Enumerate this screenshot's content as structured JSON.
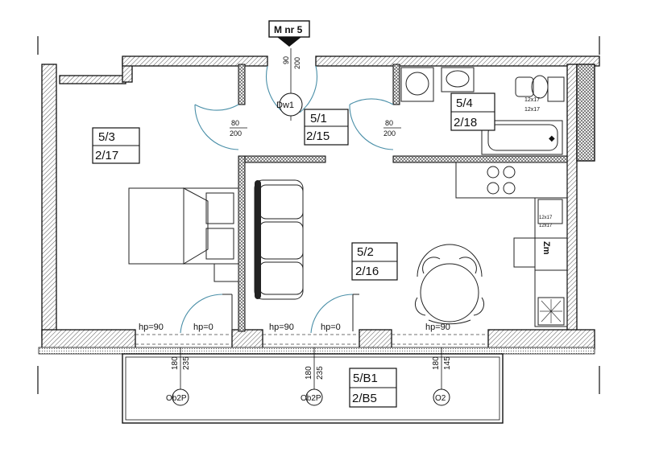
{
  "unit_marker": {
    "label": "M nr 5"
  },
  "rooms": [
    {
      "id": "5/1",
      "code": "2/15"
    },
    {
      "id": "5/2",
      "code": "2/16"
    },
    {
      "id": "5/3",
      "code": "2/17"
    },
    {
      "id": "5/4",
      "code": "2/18"
    },
    {
      "id": "5/B1",
      "code": "2/B5"
    }
  ],
  "doors": {
    "entrance": {
      "tag": "Dw1",
      "width": "90",
      "height": "200"
    },
    "bedroom": {
      "width": "80",
      "height": "200"
    },
    "bathroom": {
      "width": "80",
      "height": "200"
    }
  },
  "windows": {
    "sill_labels": [
      "hp=90",
      "hp=0",
      "hp=90",
      "hp=0",
      "hp=90"
    ],
    "dimensions": [
      {
        "height": "180",
        "width": "235",
        "tag": "Ob2P"
      },
      {
        "height": "180",
        "width": "235",
        "tag": "Ob2P"
      },
      {
        "height": "180",
        "width": "145",
        "tag": "O2"
      }
    ]
  },
  "bathroom_vents": [
    "12x17",
    "12x17"
  ],
  "kitchen_vents": [
    "12x17",
    "12x17"
  ],
  "fridge_label": "Zm"
}
